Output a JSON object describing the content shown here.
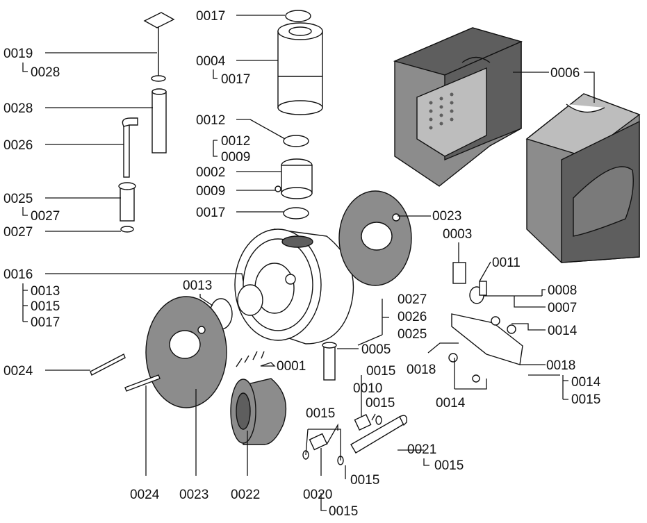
{
  "labels": {
    "l0017_top": "0017",
    "l0004": "0004",
    "l0004_sub": "0017",
    "l0012": "0012",
    "l0002_sub1": "0012",
    "l0002_sub2": "0009",
    "l0002": "0002",
    "l0009": "0009",
    "l0017_mid": "0017",
    "l0019": "0019",
    "l0019_sub": "0028",
    "l0028": "0028",
    "l0026": "0026",
    "l0025": "0025",
    "l0025_sub": "0027",
    "l0027": "0027",
    "l0016": "0016",
    "l0016_sub1": "0013",
    "l0016_sub2": "0015",
    "l0016_sub3": "0017",
    "l0013": "0013",
    "l0024_a": "0024",
    "l0001": "0001",
    "l0024_b": "0024",
    "l0023_bottom": "0023",
    "l0022": "0022",
    "l0006": "0006",
    "l0023_right": "0023",
    "l0003": "0003",
    "l0011": "0011",
    "l0008": "0008",
    "l0007": "0007",
    "l0014_a": "0014",
    "l0005_sub1": "0027",
    "l0005_sub2": "0026",
    "l0005_sub3": "0025",
    "l0005": "0005",
    "l0015_a": "0015",
    "l0010": "0010",
    "l0018_a": "0018",
    "l0018_b": "0018",
    "l0018_sub1": "0014",
    "l0018_sub2": "0015",
    "l0014_b": "0014",
    "l0015_b": "0015",
    "l0015_c": "0015",
    "l0021": "0021",
    "l0021_sub": "0015",
    "l0015_d": "0015",
    "l0020": "0020",
    "l0020_sub": "0015"
  },
  "colors": {
    "insulation": "#8c8c8c",
    "insulation_dark": "#5e5e5e",
    "line": "#111111",
    "background": "#ffffff"
  }
}
